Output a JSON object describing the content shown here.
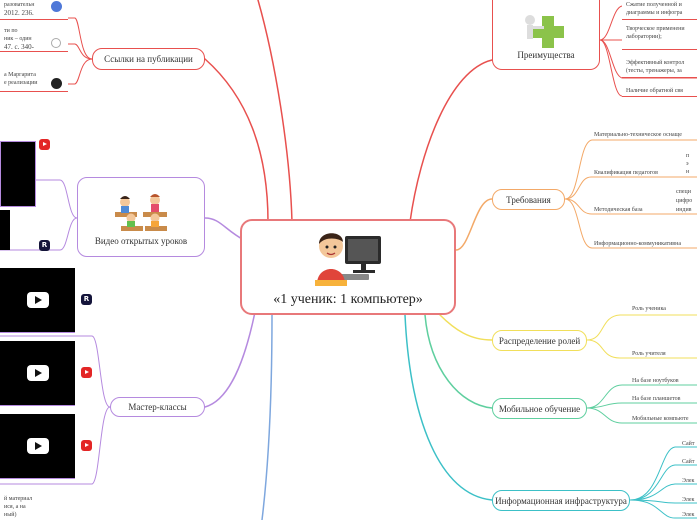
{
  "central": {
    "title": "«1 ученик: 1 компьютер»",
    "icon": "boy-at-computer-icon"
  },
  "colors": {
    "central_border": "#e8787a",
    "red": "#e8504e",
    "orange": "#f3a968",
    "yellow": "#f1df5b",
    "green": "#5fcf9f",
    "teal": "#3cc0c7",
    "purple": "#b58adf",
    "blue": "#7ea7de"
  },
  "branches": {
    "links": {
      "label": "Ссылки на публикации"
    },
    "videos": {
      "label": "Видео открытых уроков"
    },
    "masterclasses": {
      "label": "Мастер-классы"
    },
    "advantages": {
      "label": "Преимущества"
    },
    "requirements": {
      "label": "Требования"
    },
    "roles": {
      "label": "Распределение ролей"
    },
    "mobile": {
      "label": "Мобильное обучение"
    },
    "infra": {
      "label": "Информационная инфраструктура"
    }
  },
  "links_fragments": [
    "разовательн",
    "2012. 236.",
    "ти по",
    "ник – один",
    "47. с. 340-",
    "а Маргарита",
    "е реализации"
  ],
  "masterclass_fragments": [
    "й материал",
    "ися, а на",
    "ный)"
  ],
  "advantages_items": [
    "Сжатие полученной и диаграммы и инфогра",
    "Творческое применени лаборатории);",
    "Эффективный контрол (тесты, тренажеры, за",
    "Наличие обратной свя"
  ],
  "requirements_items": [
    {
      "label": "Материально-техническое оснаще"
    },
    {
      "label": "Квалификация педагогов",
      "sub": [
        "п",
        "э",
        "н"
      ]
    },
    {
      "label": "Методическая база",
      "sub": [
        "специ",
        "цифро",
        "индив"
      ]
    },
    {
      "label": "Информационно-коммуникативна"
    }
  ],
  "roles_items": [
    "Роль ученика",
    "Роль учителя"
  ],
  "mobile_items": [
    "На базе ноутбуков",
    "На базе планшетов",
    "Мобильные компьюте"
  ],
  "infra_items": [
    "Сайт",
    "Сайт",
    "Элек",
    "Элек",
    "Элек"
  ]
}
